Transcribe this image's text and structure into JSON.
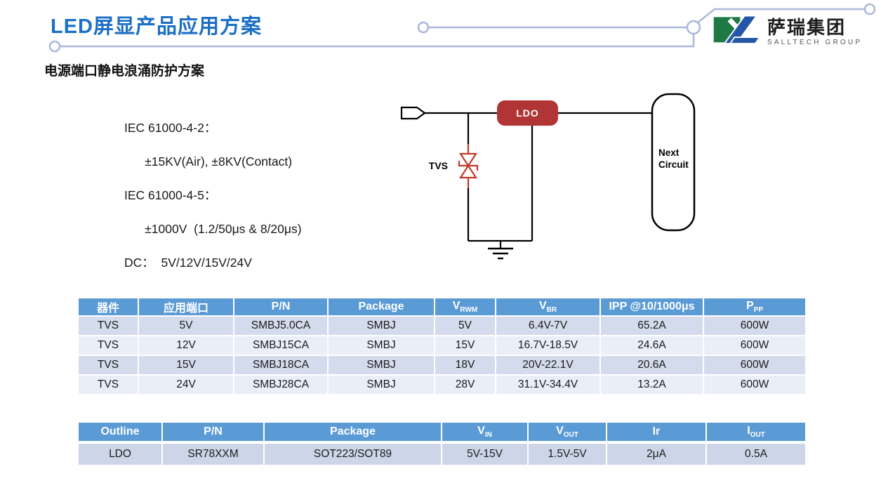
{
  "page": {
    "title": "LED屏显产品应用方案",
    "subtitle": "电源端口静电浪涌防护方案"
  },
  "logo": {
    "name": "萨瑞集团",
    "subname": "SALLTECH GROUP"
  },
  "specs": {
    "iec42_title": "IEC 61000-4-2：",
    "iec42_value": "±15KV(Air), ±8KV(Contact)",
    "iec45_title": "IEC 61000-4-5：",
    "iec45_value": "±1000V  (1.2/50μs & 8/20μs)",
    "dc_line": "DC：  5V/12V/15V/24V"
  },
  "diagram": {
    "tvs_label": "TVS",
    "ldo_label": "LDO",
    "next_line1": "Next",
    "next_line2": "Circuit"
  },
  "colors": {
    "title_blue": "#1B6FC5",
    "header_blue": "#5B9BD5",
    "band_dark": "#D3DBEC",
    "band_light": "#EAEEF7",
    "ldo_red": "#B23535",
    "tvs_red": "#C0392B",
    "decor_line": "#A9B7D9",
    "logo_green": "#1E7A45",
    "logo_blue": "#2457A7"
  },
  "tables": {
    "tvs_table": {
      "headers": [
        {
          "label": "器件"
        },
        {
          "label": "应用端口"
        },
        {
          "label": "P/N"
        },
        {
          "label": "Package"
        },
        {
          "label": "V",
          "sub": "RWM"
        },
        {
          "label": "V",
          "sub": "BR"
        },
        {
          "label": "IPP @10/1000μs"
        },
        {
          "label": "P",
          "sub": "PP"
        }
      ],
      "rows": [
        [
          "TVS",
          "5V",
          "SMBJ5.0CA",
          "SMBJ",
          "5V",
          "6.4V-7V",
          "65.2A",
          "600W"
        ],
        [
          "TVS",
          "12V",
          "SMBJ15CA",
          "SMBJ",
          "15V",
          "16.7V-18.5V",
          "24.6A",
          "600W"
        ],
        [
          "TVS",
          "15V",
          "SMBJ18CA",
          "SMBJ",
          "18V",
          "20V-22.1V",
          "20.6A",
          "600W"
        ],
        [
          "TVS",
          "24V",
          "SMBJ28CA",
          "SMBJ",
          "28V",
          "31.1V-34.4V",
          "13.2A",
          "600W"
        ]
      ]
    },
    "ldo_table": {
      "headers": [
        {
          "label": "Outline"
        },
        {
          "label": "P/N"
        },
        {
          "label": "Package"
        },
        {
          "label": "V",
          "sub": "IN"
        },
        {
          "label": "V",
          "sub": "OUT"
        },
        {
          "label": "Ir"
        },
        {
          "label": "I",
          "sub": "OUT"
        }
      ],
      "rows": [
        [
          "LDO",
          "SR78XXM",
          "SOT223/SOT89",
          "5V-15V",
          "1.5V-5V",
          "2μA",
          "0.5A"
        ]
      ]
    }
  }
}
